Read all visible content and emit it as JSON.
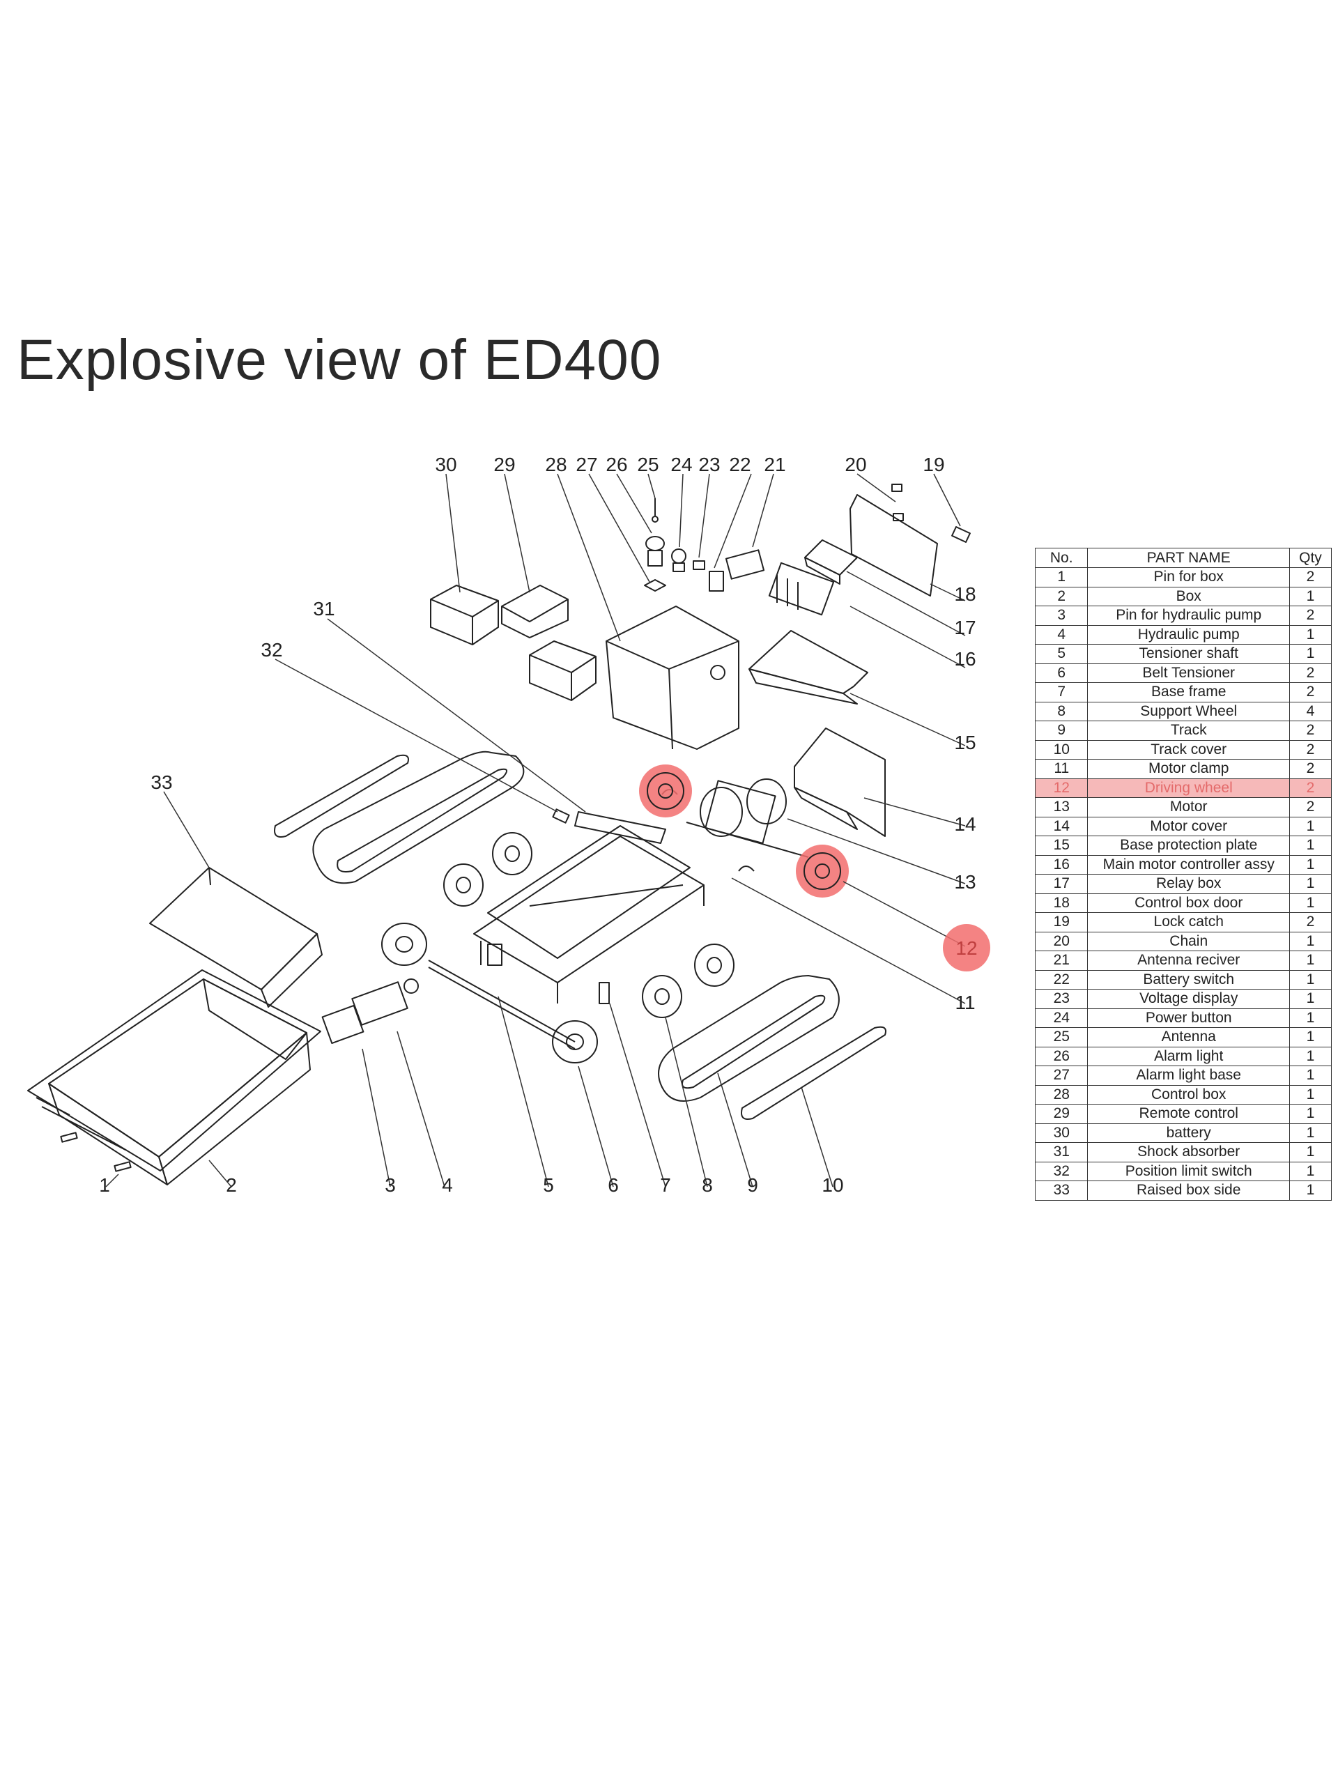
{
  "title": "Explosive view of ED400",
  "diagram": {
    "callouts": [
      "1",
      "2",
      "3",
      "4",
      "5",
      "6",
      "7",
      "8",
      "9",
      "10",
      "11",
      "12",
      "13",
      "14",
      "15",
      "16",
      "17",
      "18",
      "19",
      "20",
      "21",
      "22",
      "23",
      "24",
      "25",
      "26",
      "27",
      "28",
      "29",
      "30",
      "31",
      "32",
      "33"
    ],
    "highlight_color": "#f26d6d",
    "highlighted_callout": "12"
  },
  "table": {
    "headers": [
      "No.",
      "PART NAME",
      "Qty"
    ],
    "rows": [
      [
        "1",
        "Pin for box",
        "2"
      ],
      [
        "2",
        "Box",
        "1"
      ],
      [
        "3",
        "Pin for hydraulic pump",
        "2"
      ],
      [
        "4",
        "Hydraulic pump",
        "1"
      ],
      [
        "5",
        "Tensioner shaft",
        "1"
      ],
      [
        "6",
        "Belt Tensioner",
        "2"
      ],
      [
        "7",
        "Base frame",
        "2"
      ],
      [
        "8",
        "Support Wheel",
        "4"
      ],
      [
        "9",
        "Track",
        "2"
      ],
      [
        "10",
        "Track cover",
        "2"
      ],
      [
        "11",
        "Motor clamp",
        "2"
      ],
      [
        "12",
        "Driving wheel",
        "2"
      ],
      [
        "13",
        "Motor",
        "2"
      ],
      [
        "14",
        "Motor cover",
        "1"
      ],
      [
        "15",
        "Base protection plate",
        "1"
      ],
      [
        "16",
        "Main motor controller assy",
        "1"
      ],
      [
        "17",
        "Relay box",
        "1"
      ],
      [
        "18",
        "Control box door",
        "1"
      ],
      [
        "19",
        "Lock catch",
        "2"
      ],
      [
        "20",
        "Chain",
        "1"
      ],
      [
        "21",
        "Antenna reciver",
        "1"
      ],
      [
        "22",
        "Battery switch",
        "1"
      ],
      [
        "23",
        "Voltage display",
        "1"
      ],
      [
        "24",
        "Power  button",
        "1"
      ],
      [
        "25",
        "Antenna",
        "1"
      ],
      [
        "26",
        "Alarm light",
        "1"
      ],
      [
        "27",
        "Alarm light base",
        "1"
      ],
      [
        "28",
        "Control box",
        "1"
      ],
      [
        "29",
        "Remote control",
        "1"
      ],
      [
        "30",
        "battery",
        "1"
      ],
      [
        "31",
        "Shock absorber",
        "1"
      ],
      [
        "32",
        "Position limit switch",
        "1"
      ],
      [
        "33",
        "Raised box side",
        "1"
      ]
    ],
    "highlighted_row": "12",
    "highlight_bg": "#f6b9b9"
  }
}
